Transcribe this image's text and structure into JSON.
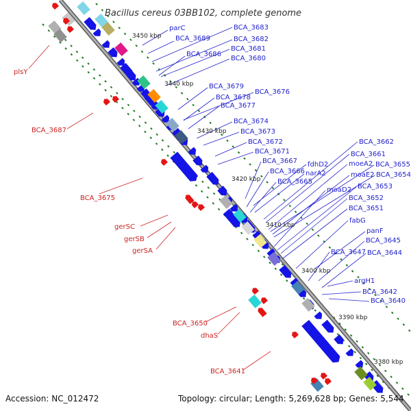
{
  "title": "Bacillus cereus 03BB102, complete genome",
  "accession": "Accession: NC_012472",
  "topology": "Topology: circular; Length: 5,269,628 bp; Genes: 5,544",
  "colors": {
    "backbone": "#8c8c8c",
    "forward_gene": "#1414e6",
    "reverse_gene": "#e61414",
    "tick": "#1f7a1f",
    "forward_label": "#2222cc",
    "reverse_label": "#cc2222"
  },
  "kbp_ticks": [
    "3450 kbp",
    "3440 kbp",
    "3430 kbp",
    "3420 kbp",
    "3410 kbp",
    "3400 kbp",
    "3390 kbp",
    "3380 kbp"
  ],
  "forward_labels": [
    "parC",
    "BCA_3689",
    "BCA_3683",
    "BCA_3682",
    "BCA_3681",
    "BCA_3686",
    "BCA_3680",
    "BCA_3679",
    "BCA_3676",
    "BCA_3678",
    "BCA_3677",
    "BCA_3674",
    "BCA_3673",
    "BCA_3672",
    "BCA_3671",
    "BCA_3667",
    "BCA_3666",
    "BCA_3665",
    "fdhD2",
    "narA2",
    "BCA_3662",
    "BCA_3661",
    "moeA2",
    "BCA_3655",
    "moaE2",
    "BCA_3654",
    "moaD2",
    "BCA_3653",
    "BCA_3652",
    "BCA_3651",
    "fabG",
    "panF",
    "BCA_3645",
    "BCA_3647",
    "BCA_3644",
    "argH1",
    "BCA_3642",
    "BCA_3640"
  ],
  "reverse_labels": [
    "plsY",
    "BCA_3687",
    "BCA_3675",
    "gerSC",
    "gerSB",
    "gerSA",
    "BCA_3650",
    "dhaS",
    "BCA_3641"
  ]
}
